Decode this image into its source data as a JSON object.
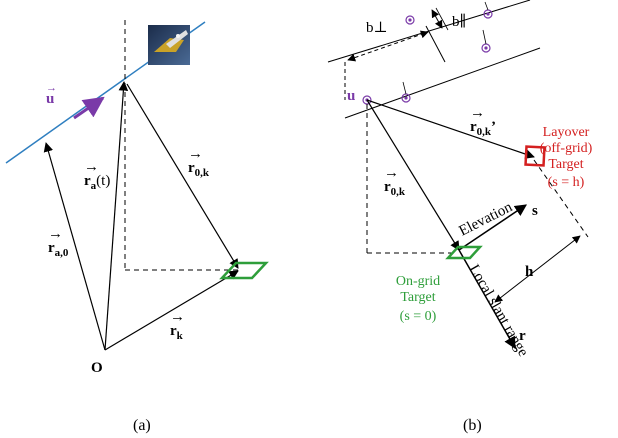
{
  "panel_a": {
    "caption": "(a)",
    "vec_u": "u",
    "vec_ra_t_base": "r",
    "vec_ra_t_sub": "a",
    "vec_ra_t_arg": "(t)",
    "vec_ra0_base": "r",
    "vec_ra0_sub": "a,0",
    "vec_r0k_base": "r",
    "vec_r0k_sub": "0,k",
    "vec_rk_base": "r",
    "vec_rk_sub": "k",
    "origin": "O"
  },
  "panel_b": {
    "caption": "(b)",
    "b_perp": "b⊥",
    "b_par": "b∥",
    "u_label": "u",
    "vec_r0k_prime_base": "r",
    "vec_r0k_prime_sub": "0,k",
    "vec_r0k_prime_mark": "’",
    "vec_r0k_base": "r",
    "vec_r0k_sub": "0,k",
    "layover_line1": "Layover",
    "layover_line2": "(off-grid)",
    "layover_line3": "Target",
    "layover_line4": "(s = h)",
    "elevation": "Elevation",
    "s_axis": "s",
    "h_label": "h",
    "ongrid_line1": "On-grid",
    "ongrid_line2": "Target",
    "ongrid_line3": "(s = 0)",
    "slant_range": "Local slant range",
    "r_axis": "r"
  },
  "colors": {
    "orbit": "#2f7fc0",
    "target_green": "#2e9e3a",
    "layover_red": "#d42020",
    "satellite_purple": "#7a3aa8"
  }
}
